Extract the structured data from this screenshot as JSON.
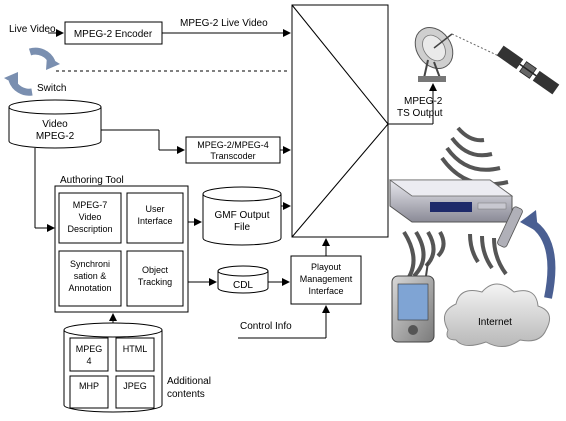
{
  "inputs": {
    "live_video": "Live Video",
    "switch_label": "Switch",
    "video_db_line1": "Video",
    "video_db_line2": "MPEG-2",
    "control_info": "Control Info"
  },
  "encoder": {
    "label": "MPEG-2 Encoder",
    "output_label": "MPEG-2 Live Video"
  },
  "transcoder": {
    "line1": "MPEG-2/MPEG-4",
    "line2": "Transcoder"
  },
  "authoring_tool": {
    "title": "Authoring Tool",
    "mpeg7": [
      "MPEG-7",
      "Video",
      "Description"
    ],
    "user_interface": [
      "User",
      "Interface"
    ],
    "sync": [
      "Synchroni",
      "sation &",
      "Annotation"
    ],
    "object_tracking": [
      "Object",
      "Tracking"
    ]
  },
  "gmf": {
    "line1": "GMF Output",
    "line2": "File"
  },
  "cdl": {
    "label": "CDL"
  },
  "playout": {
    "line1": "Playout",
    "line2": "Management",
    "line3": "Interface"
  },
  "ts_output": {
    "line1": "MPEG-2",
    "line2": "TS Output"
  },
  "additional": {
    "mpeg4_line1": "MPEG",
    "mpeg4_line2": "4",
    "html": "HTML",
    "mhp": "MHP",
    "jpeg": "JPEG",
    "caption_line1": "Additional",
    "caption_line2": "contents"
  },
  "internet": {
    "label": "Internet"
  }
}
